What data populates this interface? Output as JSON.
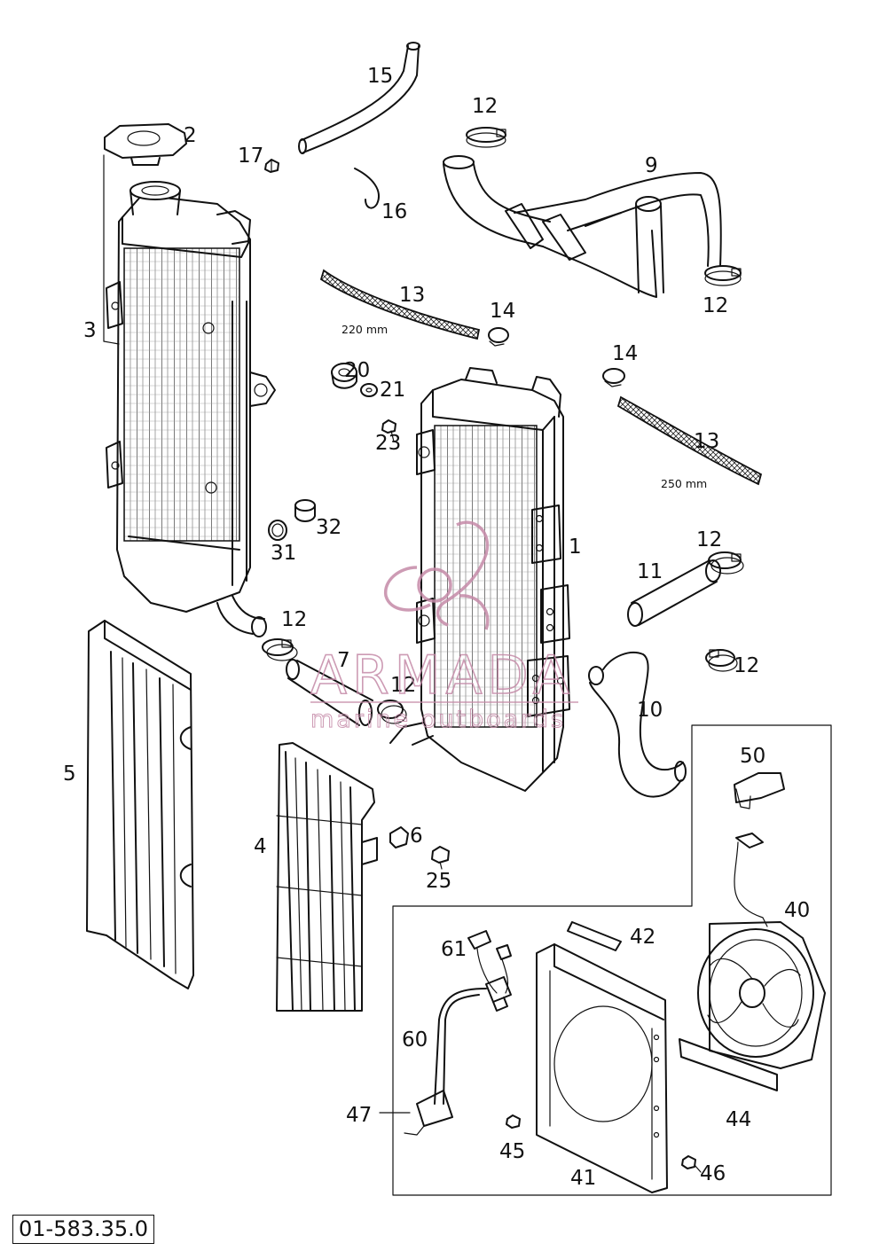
{
  "diagram": {
    "document_number": "01-583.35.0",
    "watermark": {
      "brand": "ARMADA",
      "tagline": "marine outboards",
      "color": "#c58aa8"
    },
    "callouts": {
      "c1": "1",
      "c2": "2",
      "c3": "3",
      "c4": "4",
      "c5": "5",
      "c6": "6",
      "c7": "7",
      "c9": "9",
      "c10": "10",
      "c11": "11",
      "c12a": "12",
      "c12b": "12",
      "c12c": "12",
      "c12d": "12",
      "c12e": "12",
      "c12f": "12",
      "c13a": "13",
      "c13b": "13",
      "c14a": "14",
      "c14b": "14",
      "c15": "15",
      "c16": "16",
      "c17": "17",
      "c20": "20",
      "c21": "21",
      "c23": "23",
      "c25": "25",
      "c31": "31",
      "c32": "32",
      "c40": "40",
      "c41": "41",
      "c42": "42",
      "c44": "44",
      "c45": "45",
      "c46": "46",
      "c47": "47",
      "c50": "50",
      "c60": "60",
      "c61": "61"
    },
    "dimensions": {
      "hose_13_upper": "220 mm",
      "hose_13_lower": "250 mm"
    }
  }
}
